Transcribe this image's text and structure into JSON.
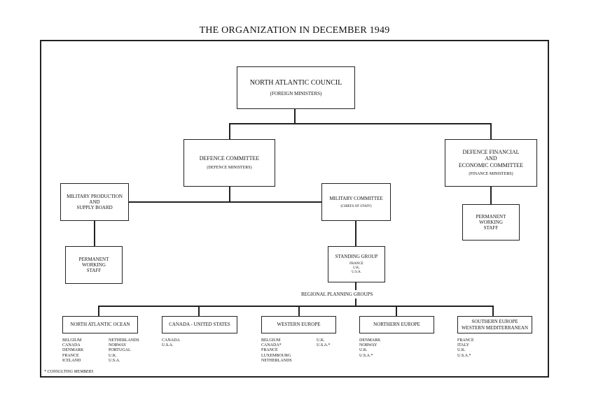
{
  "title": "THE ORGANIZATION IN DECEMBER 1949",
  "council": {
    "name": "NORTH ATLANTIC COUNCIL",
    "members": "(FOREIGN MINISTERS)"
  },
  "defence_committee": {
    "name": "DEFENCE COMMITTEE",
    "members": "(DEFENCE MINISTERS)"
  },
  "dfec": {
    "name_line1": "DEFENCE FINANCIAL",
    "name_line2": "AND",
    "name_line3": "ECONOMIC COMMITTEE",
    "members": "(FINANCE MINISTERS)"
  },
  "dfec_staff": {
    "line1": "PERMANENT",
    "line2": "WORKING",
    "line3": "STAFF"
  },
  "mpsb": {
    "line1": "MILITARY PRODUCTION",
    "line2": "AND",
    "line3": "SUPPLY BOARD"
  },
  "mpsb_staff": {
    "line1": "PERMANENT",
    "line2": "WORKING",
    "line3": "STAFF"
  },
  "military_committee": {
    "name": "MILITARY COMMITTEE",
    "members": "(CHIEFS OF STAFF)"
  },
  "standing_group": {
    "name": "STANDING GROUP",
    "m1": "FRANCE",
    "m2": "U.K.",
    "m3": "U.S.A."
  },
  "regional_label": "REGIONAL PLANNING GROUPS",
  "groups": [
    {
      "name": "NORTH ATLANTIC OCEAN",
      "col1": [
        "BELGIUM",
        "CANADA",
        "DENMARK",
        "FRANCE",
        "ICELAND"
      ],
      "col2": [
        "NETHERLANDS",
        "NORWAY",
        "PORTUGAL",
        "U.K.",
        "U.S.A."
      ]
    },
    {
      "name": "CANADA - UNITED STATES",
      "col1": [
        "CANADA",
        "U.S.A."
      ]
    },
    {
      "name": "WESTERN EUROPE",
      "col1": [
        "BELGIUM",
        "CANADA*",
        "FRANCE",
        "LUXEMBOURG",
        "NETHERLANDS"
      ],
      "col2": [
        "U.K.",
        "U.S.A.*"
      ]
    },
    {
      "name": "NORTHERN EUROPE",
      "col1": [
        "DENMARK",
        "NORWAY",
        "U.K.",
        "U.S.A.*"
      ]
    },
    {
      "name_line1": "SOUTHERN EUROPE",
      "name_line2": "WESTERN MEDITERRANEAN",
      "col1": [
        "FRANCE",
        "ITALY",
        "U.K.",
        "U.S.A.*"
      ]
    }
  ],
  "footnote": "* CONSULTING MEMBERS"
}
